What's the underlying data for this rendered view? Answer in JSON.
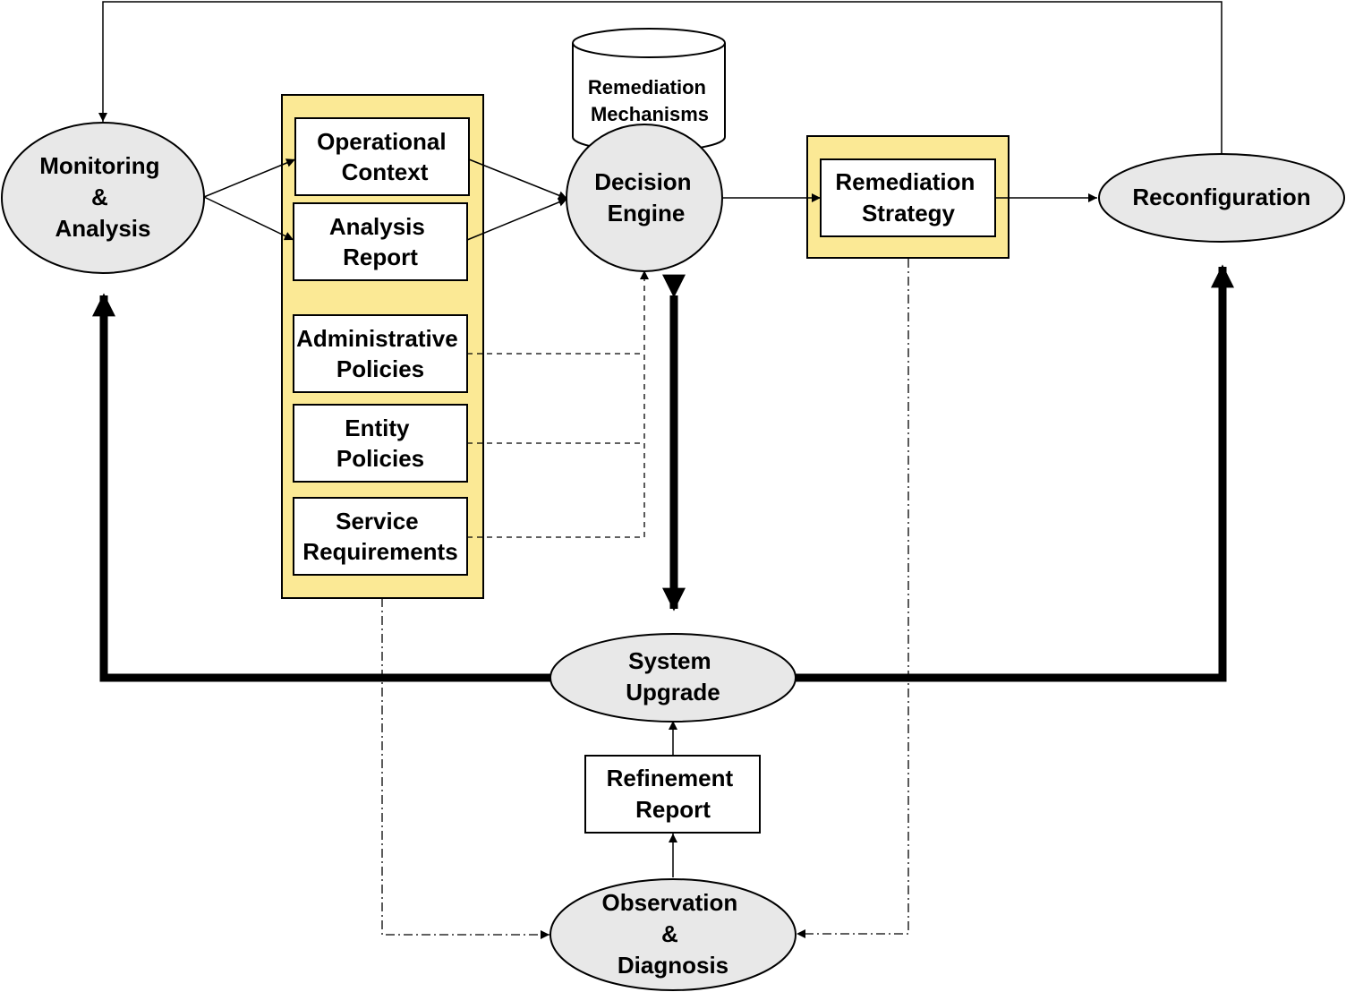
{
  "colors": {
    "ellipse_fill": "#e8e8e8",
    "panel_fill": "#fbe995",
    "box_fill": "#ffffff",
    "stroke": "#000000"
  },
  "nodes": {
    "monitoring": [
      "Monitoring",
      "&",
      "Analysis"
    ],
    "operational_context": [
      "Operational",
      "Context"
    ],
    "analysis_report": [
      "Analysis",
      "Report"
    ],
    "administrative_policies": [
      "Administrative",
      "Policies"
    ],
    "entity_policies": [
      "Entity",
      "Policies"
    ],
    "service_requirements": [
      "Service",
      "Requirements"
    ],
    "remediation_mechanisms": [
      "Remediation",
      "Mechanisms"
    ],
    "decision_engine": [
      "Decision",
      "Engine"
    ],
    "remediation_strategy": [
      "Remediation",
      "Strategy"
    ],
    "reconfiguration": [
      "Reconfiguration"
    ],
    "system_upgrade": [
      "System",
      "Upgrade"
    ],
    "refinement_report": [
      "Refinement",
      "Report"
    ],
    "observation": [
      "Observation",
      "&",
      "Diagnosis"
    ]
  }
}
